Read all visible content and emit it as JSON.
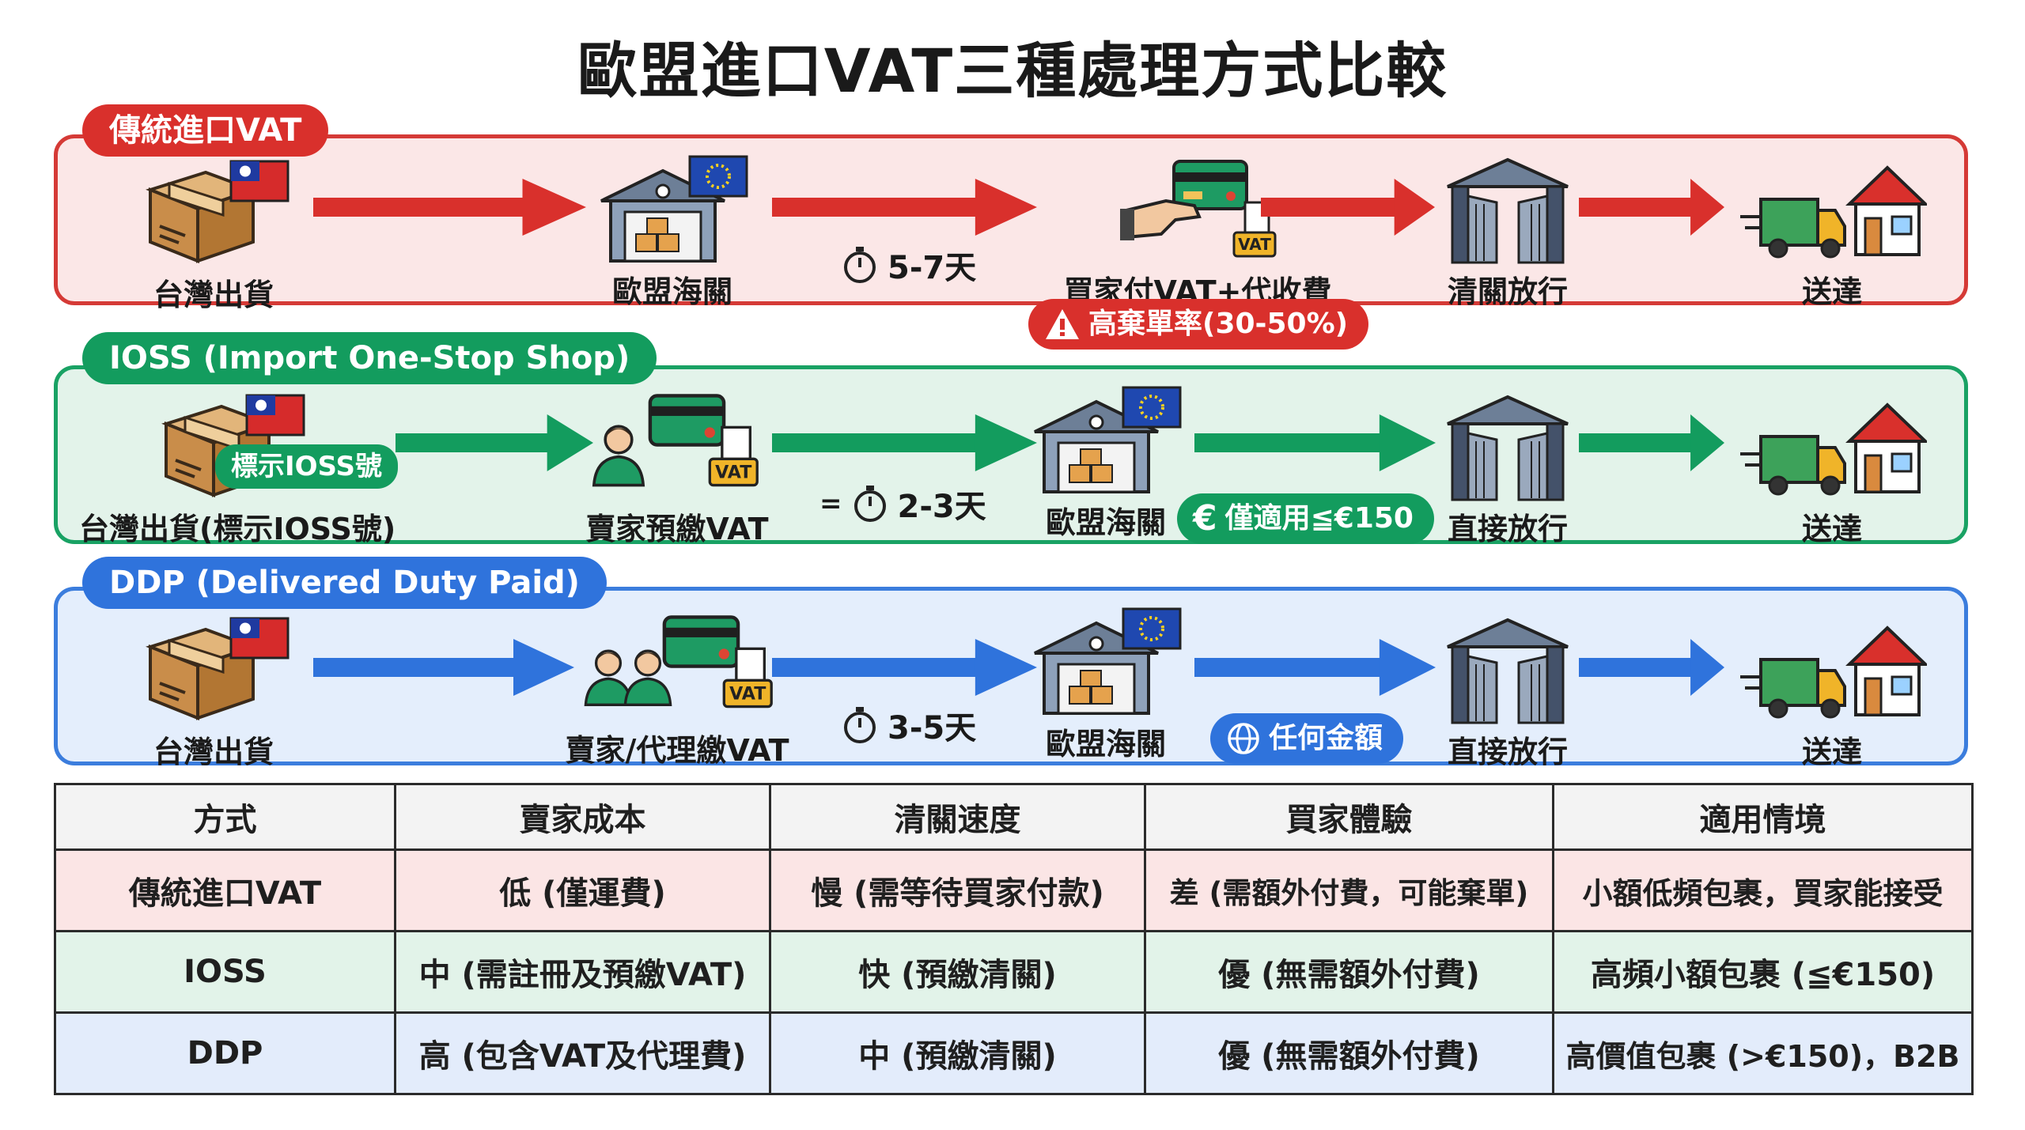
{
  "title": "歐盟進口VAT三種處理方式比較",
  "lanes": [
    {
      "name": "傳統進口VAT",
      "steps": [
        "台灣出貨",
        "歐盟海關",
        "買家付VAT+代收費",
        "清關放行",
        "送達"
      ],
      "time": "5-7天",
      "badge": "高棄單率(30-50%)",
      "icon_names": [
        "box-taiwan-flag-icon",
        "eu-customs-icon",
        "hand-card-vat-icon",
        "open-gate-icon",
        "truck-house-icon"
      ]
    },
    {
      "name": "IOSS (Import One-Stop Shop)",
      "steps": [
        "台灣出貨(標示IOSS號)",
        "賣家預繳VAT",
        "歐盟海關",
        "直接放行",
        "送達"
      ],
      "time": "2-3天",
      "badge": "僅適用≦€150",
      "box_tag": "標示IOSS號",
      "icon_names": [
        "box-taiwan-flag-icon",
        "seller-card-vat-icon",
        "eu-customs-icon",
        "open-gate-icon",
        "truck-house-icon"
      ]
    },
    {
      "name": "DDP (Delivered Duty Paid)",
      "steps": [
        "台灣出貨",
        "賣家/代理繳VAT",
        "歐盟海關",
        "直接放行",
        "送達"
      ],
      "time": "3-5天",
      "badge": "任何金額",
      "icon_names": [
        "box-taiwan-flag-icon",
        "seller-agent-card-vat-icon",
        "eu-customs-icon",
        "open-gate-icon",
        "truck-house-icon"
      ]
    }
  ],
  "vat_label": "VAT",
  "table": {
    "headers": [
      "方式",
      "賣家成本",
      "清關速度",
      "買家體驗",
      "適用情境"
    ],
    "rows": [
      [
        "傳統進口VAT",
        "低 (僅運費)",
        "慢 (需等待買家付款)",
        "差 (需額外付費，可能棄單)",
        "小額低頻包裹，買家能接受"
      ],
      [
        "IOSS",
        "中 (需註冊及預繳VAT)",
        "快 (預繳清關)",
        "優 (無需額外付費)",
        "高頻小額包裹 (≦€150)"
      ],
      [
        "DDP",
        "高 (包含VAT及代理費)",
        "中 (預繳清關)",
        "優 (無需額外付費)",
        "高價值包裹 (>€150)，B2B"
      ]
    ]
  },
  "colors": {
    "traditional": "#d9302c",
    "ioss": "#139c5e",
    "ddp": "#2f73dc"
  }
}
